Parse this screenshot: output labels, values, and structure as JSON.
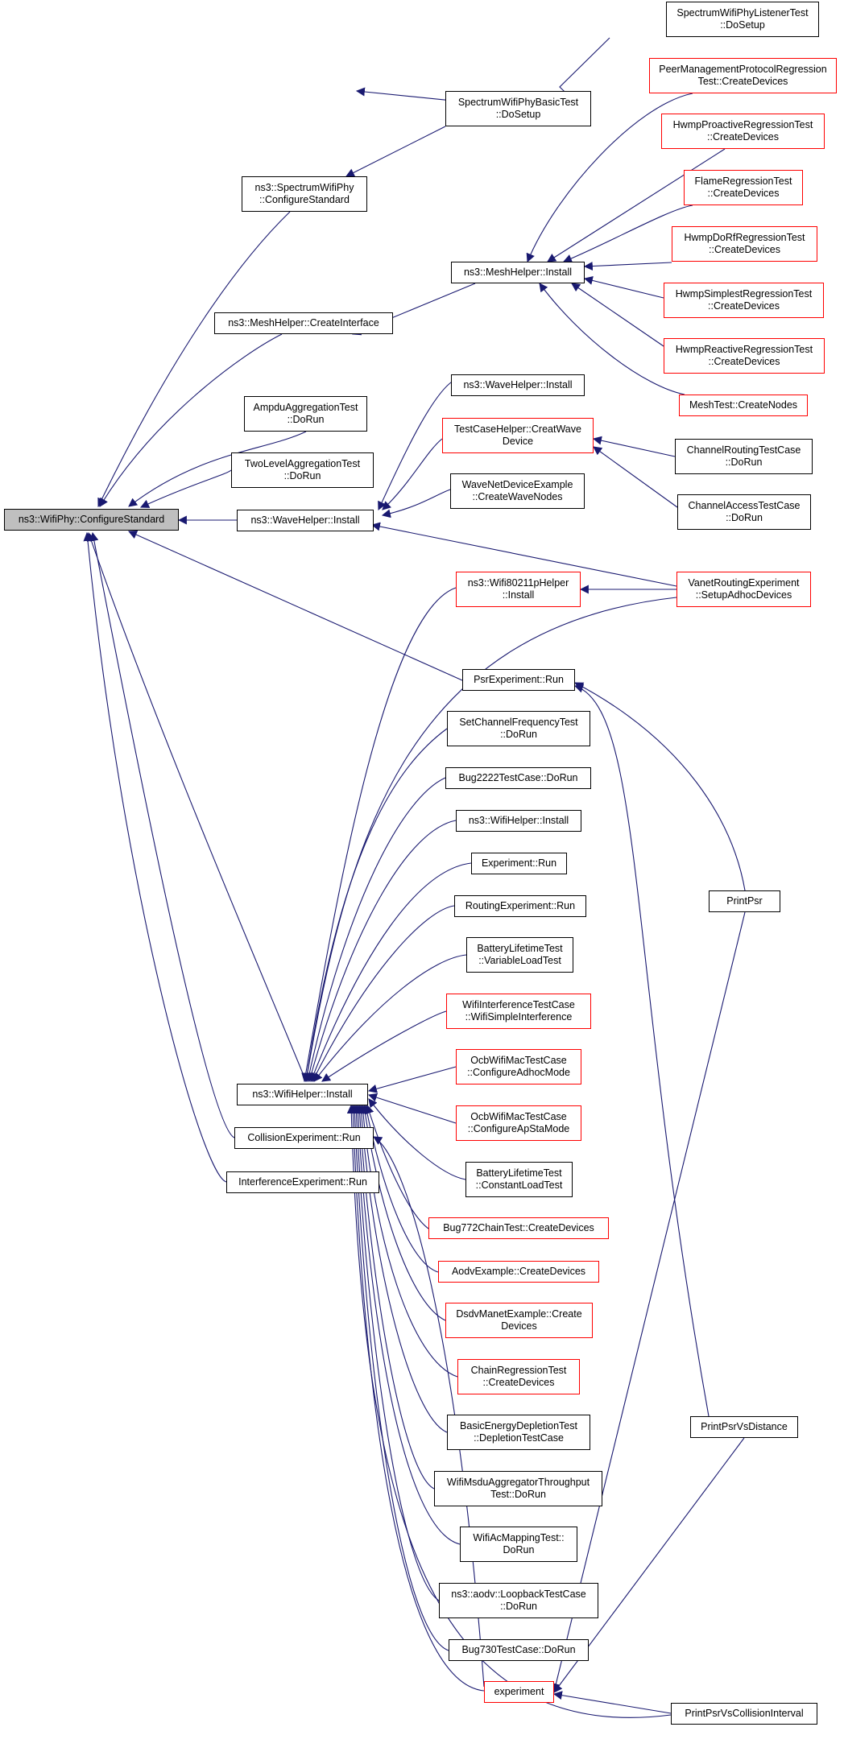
{
  "colors": {
    "edge": "#191970",
    "link_border": "#000000",
    "incomplete_border": "#ff0000",
    "root_fill": "#bfbfbf"
  },
  "root": {
    "line1": "ns3::WifiPhy::ConfigureStandard"
  },
  "nodes": {
    "spectrum_wifi_phy_listener": {
      "line1": "SpectrumWifiPhyListenerTest",
      "line2": "::DoSetup"
    },
    "peer_mgmt": {
      "line1": "PeerManagementProtocolRegression",
      "line2": "Test::CreateDevices"
    },
    "spectrum_wifi_phy_basic": {
      "line1": "SpectrumWifiPhyBasicTest",
      "line2": "::DoSetup"
    },
    "hwmp_proactive": {
      "line1": "HwmpProactiveRegressionTest",
      "line2": "::CreateDevices"
    },
    "spectrum_wifi_phy_configure": {
      "line1": "ns3::SpectrumWifiPhy",
      "line2": "::ConfigureStandard"
    },
    "flame_regression": {
      "line1": "FlameRegressionTest",
      "line2": "::CreateDevices"
    },
    "hwmp_dorf": {
      "line1": "HwmpDoRfRegressionTest",
      "line2": "::CreateDevices"
    },
    "mesh_helper_install": {
      "line1": "ns3::MeshHelper::Install"
    },
    "hwmp_simplest": {
      "line1": "HwmpSimplestRegressionTest",
      "line2": "::CreateDevices"
    },
    "mesh_helper_create_interface": {
      "line1": "ns3::MeshHelper::CreateInterface"
    },
    "hwmp_reactive": {
      "line1": "HwmpReactiveRegressionTest",
      "line2": "::CreateDevices"
    },
    "mesh_test_create_nodes": {
      "line1": "MeshTest::CreateNodes"
    },
    "wave_helper_install_top": {
      "line1": "ns3::WaveHelper::Install"
    },
    "ampdu_aggregation": {
      "line1": "AmpduAggregationTest",
      "line2": "::DoRun"
    },
    "testcase_helper_wave": {
      "line1": "TestCaseHelper::CreatWave",
      "line2": "Device"
    },
    "channel_routing": {
      "line1": "ChannelRoutingTestCase",
      "line2": "::DoRun"
    },
    "two_level_aggregation": {
      "line1": "TwoLevelAggregationTest",
      "line2": "::DoRun"
    },
    "wave_net_device_example": {
      "line1": "WaveNetDeviceExample",
      "line2": "::CreateWaveNodes"
    },
    "channel_access": {
      "line1": "ChannelAccessTestCase",
      "line2": "::DoRun"
    },
    "wave_helper_install": {
      "line1": "ns3::WaveHelper::Install"
    },
    "wifi80211p_helper": {
      "line1": "ns3::Wifi80211pHelper",
      "line2": "::Install"
    },
    "vanet_routing": {
      "line1": "VanetRoutingExperiment",
      "line2": "::SetupAdhocDevices"
    },
    "psr_experiment": {
      "line1": "PsrExperiment::Run"
    },
    "set_channel_frequency": {
      "line1": "SetChannelFrequencyTest",
      "line2": "::DoRun"
    },
    "bug2222": {
      "line1": "Bug2222TestCase::DoRun"
    },
    "wifi_helper_install_small": {
      "line1": "ns3::WifiHelper::Install"
    },
    "experiment_run": {
      "line1": "Experiment::Run"
    },
    "print_psr": {
      "line1": "PrintPsr"
    },
    "routing_experiment": {
      "line1": "RoutingExperiment::Run"
    },
    "battery_variable": {
      "line1": "BatteryLifetimeTest",
      "line2": "::VariableLoadTest"
    },
    "wifi_interference": {
      "line1": "WifiInterferenceTestCase",
      "line2": "::WifiSimpleInterference"
    },
    "ocb_adhoc": {
      "line1": "OcbWifiMacTestCase",
      "line2": "::ConfigureAdhocMode"
    },
    "wifi_helper_install": {
      "line1": "ns3::WifiHelper::Install"
    },
    "ocb_apsta": {
      "line1": "OcbWifiMacTestCase",
      "line2": "::ConfigureApStaMode"
    },
    "collision_experiment": {
      "line1": "CollisionExperiment::Run"
    },
    "battery_constant": {
      "line1": "BatteryLifetimeTest",
      "line2": "::ConstantLoadTest"
    },
    "interference_experiment": {
      "line1": "InterferenceExperiment::Run"
    },
    "bug772": {
      "line1": "Bug772ChainTest::CreateDevices"
    },
    "aodv_example": {
      "line1": "AodvExample::CreateDevices"
    },
    "dsdv_manet": {
      "line1": "DsdvManetExample::Create",
      "line2": "Devices"
    },
    "chain_regression": {
      "line1": "ChainRegressionTest",
      "line2": "::CreateDevices"
    },
    "basic_energy": {
      "line1": "BasicEnergyDepletionTest",
      "line2": "::DepletionTestCase"
    },
    "print_psr_vs_distance": {
      "line1": "PrintPsrVsDistance"
    },
    "wifi_msdu_aggregator": {
      "line1": "WifiMsduAggregatorThroughput",
      "line2": "Test::DoRun"
    },
    "wifi_ac_mapping": {
      "line1": "WifiAcMappingTest::",
      "line2": "DoRun"
    },
    "aodv_loopback": {
      "line1": "ns3::aodv::LoopbackTestCase",
      "line2": "::DoRun"
    },
    "bug730": {
      "line1": "Bug730TestCase::DoRun"
    },
    "experiment": {
      "line1": "experiment"
    },
    "print_psr_vs_collision": {
      "line1": "PrintPsrVsCollisionInterval"
    }
  }
}
